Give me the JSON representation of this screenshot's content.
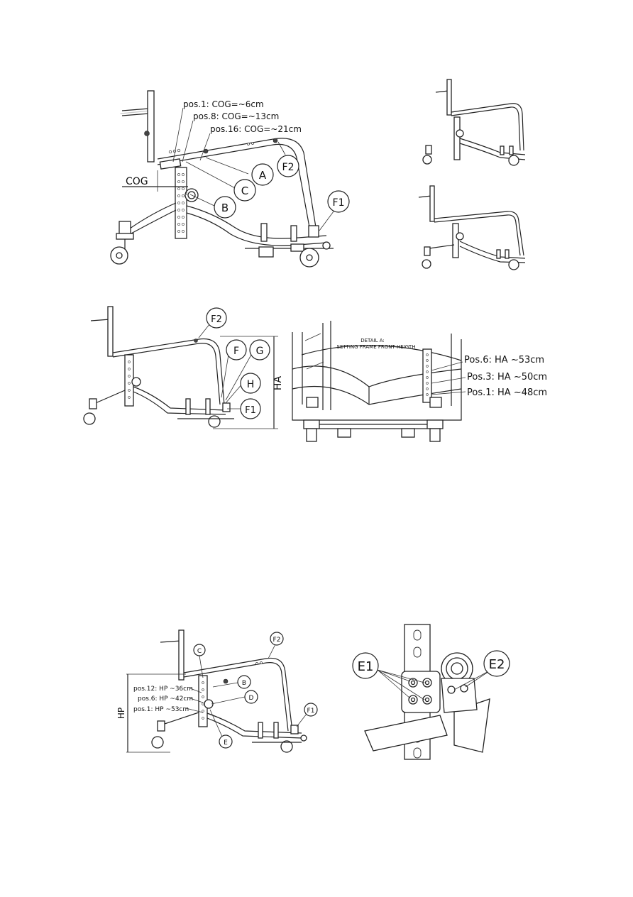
{
  "figure1": {
    "pos1": "pos.1: COG=~6cm",
    "pos8": "pos.8: COG=~13cm",
    "pos16": "pos.16: COG=~21cm",
    "cog": "COG",
    "A": "A",
    "B": "B",
    "C": "C",
    "F1": "F1",
    "F2": "F2"
  },
  "figure2": {
    "F2": "F2",
    "F": "F",
    "G": "G",
    "H": "H",
    "F1": "F1",
    "HA": "HA"
  },
  "detail_a": {
    "title_line1": "DETAIL A:",
    "title_line2": "SETTING FRAME FRONT HEIGTH",
    "pos6": "Pos.6: HA ~53cm",
    "pos3": "Pos.3: HA ~50cm",
    "pos1": "Pos.1: HA ~48cm"
  },
  "figure3": {
    "C": "C",
    "F2": "F2",
    "B": "B",
    "D": "D",
    "E": "E",
    "F1": "F1",
    "HP": "HP",
    "pos12": "pos.12: HP ~36cm",
    "pos6": "pos.6: HP ~42cm",
    "pos1": "pos.1: HP ~53cm"
  },
  "detail_e": {
    "E1": "E1",
    "E2": "E2"
  }
}
